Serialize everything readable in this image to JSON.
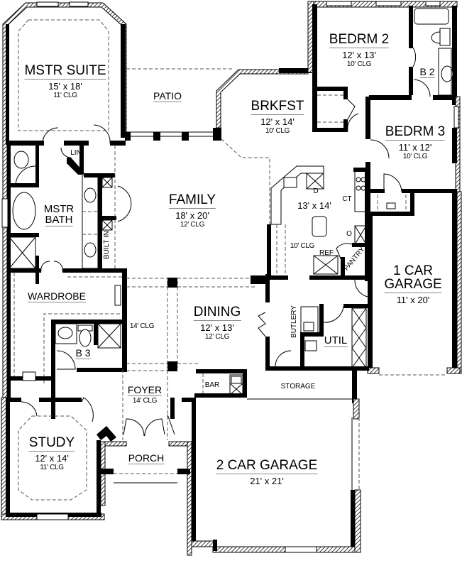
{
  "plan": {
    "colors": {
      "wall": "#000000",
      "line": "#555555",
      "background": "#ffffff"
    },
    "rooms": {
      "mstr_suite": {
        "name": "MSTR SUITE",
        "dim": "15' x 18'",
        "clg": "11' CLG"
      },
      "patio": {
        "name": "PATIO"
      },
      "brkfst": {
        "name": "BRKFST",
        "dim": "12' x 14'",
        "clg": "10' CLG"
      },
      "bedrm2": {
        "name": "BEDRM 2",
        "dim": "12' x 13'",
        "clg": "10' CLG"
      },
      "b2": {
        "name": "B 2"
      },
      "bedrm3": {
        "name": "BEDRM 3",
        "dim": "11' x 12'",
        "clg": "10' CLG"
      },
      "lin": {
        "name": "LIN"
      },
      "mstr_bath": {
        "name_line1": "MSTR",
        "name_line2": "BATH"
      },
      "built_in": {
        "name": "BUILT IN"
      },
      "family": {
        "name": "FAMILY",
        "dim": "18' x 20'",
        "clg": "12' CLG"
      },
      "kitchen": {
        "dim": "13' x 14'",
        "clg": "10' CLG",
        "labels": {
          "d": "D",
          "ct": "CT",
          "o": "O",
          "ref": "REF",
          "pantry": "PANTRY"
        }
      },
      "one_car_garage": {
        "name_line1": "1 CAR",
        "name_line2": "GARAGE",
        "dim": "11' x 20'"
      },
      "wardrobe": {
        "name": "WARDROBE"
      },
      "gallery": {
        "clg": "14' CLG"
      },
      "dining": {
        "name": "DINING",
        "dim": "12' x 13'",
        "clg": "12' CLG"
      },
      "butlery": {
        "name": "BUTLERY"
      },
      "util": {
        "name": "UTIL"
      },
      "b3": {
        "name": "B 3"
      },
      "foyer": {
        "name": "FOYER",
        "clg": "14' CLG"
      },
      "bar": {
        "name": "BAR"
      },
      "storage": {
        "name": "STORAGE"
      },
      "study": {
        "name": "STUDY",
        "dim": "12' x 14'",
        "clg": "11' CLG"
      },
      "porch": {
        "name": "PORCH"
      },
      "two_car_garage": {
        "name": "2 CAR GARAGE",
        "dim": "21' x 21'"
      }
    }
  }
}
